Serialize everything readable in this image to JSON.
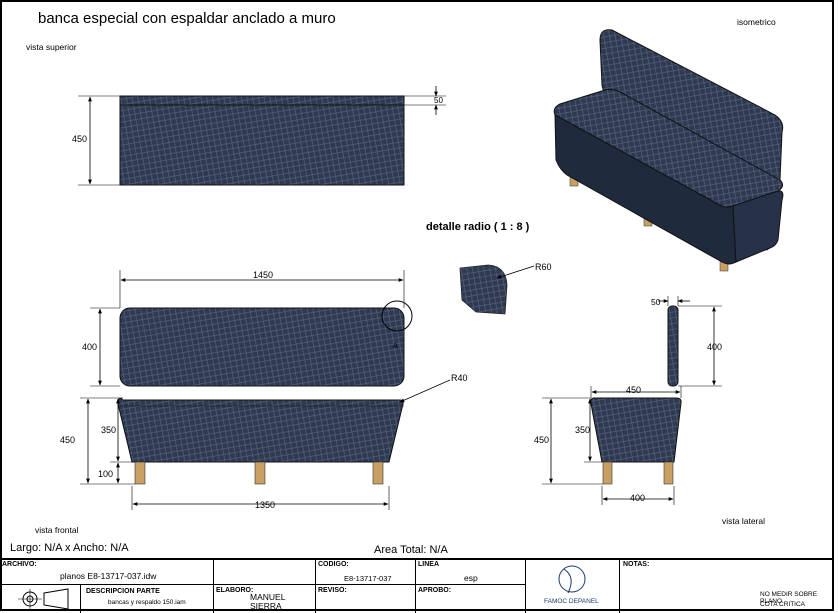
{
  "drawing": {
    "title": "banca especial con espaldar anclado a muro",
    "views": {
      "top": "vista superior",
      "iso": "isometrico",
      "front": "vista frontal",
      "side": "vista lateral",
      "detail": "detalle radio ( 1 : 8 )",
      "detail_marker": "A"
    },
    "dims": {
      "top_depth": "450",
      "top_backrest": "50",
      "front_length": "1450",
      "front_back_height": "400",
      "front_radius_back": "R40",
      "front_seat_height": "350",
      "front_total_height": "450",
      "front_leg": "100",
      "front_base": "1350",
      "detail_radius": "R60",
      "side_back_thick": "50",
      "side_back_height": "400",
      "side_depth": "450",
      "side_seat_height": "350",
      "side_total_height": "450",
      "side_base": "400"
    },
    "size_text": "Largo: N/A x Ancho: N/A",
    "area_text": "Area Total: N/A"
  },
  "title_block": {
    "archivo_label": "ARCHIVO:",
    "archivo_value": "planos E8-13717-037.idw",
    "descripcion_label": "DESCRIPCION PARTE",
    "descripcion_value": "bancas y respaldo 150.iam",
    "codigo_label": "CODIGO:",
    "codigo_value": "E8-13717-037",
    "linea_label": "LINEA",
    "linea_value": "esp",
    "elaboro_label": "ELABORO:",
    "elaboro_value": "MANUEL SIERRA",
    "reviso_label": "REVISO:",
    "aprobo_label": "APROBO:",
    "logo_text": "FAMOC DEPANEL",
    "notas_label": "NOTAS:",
    "note1": "NO MEDIR SOBRE PLANO",
    "note2": "COTA CRITICA"
  },
  "colors": {
    "fabric": "#2d3950",
    "fabric_dark": "#1e2638",
    "leg": "#c9a063",
    "leader": "#000000"
  }
}
